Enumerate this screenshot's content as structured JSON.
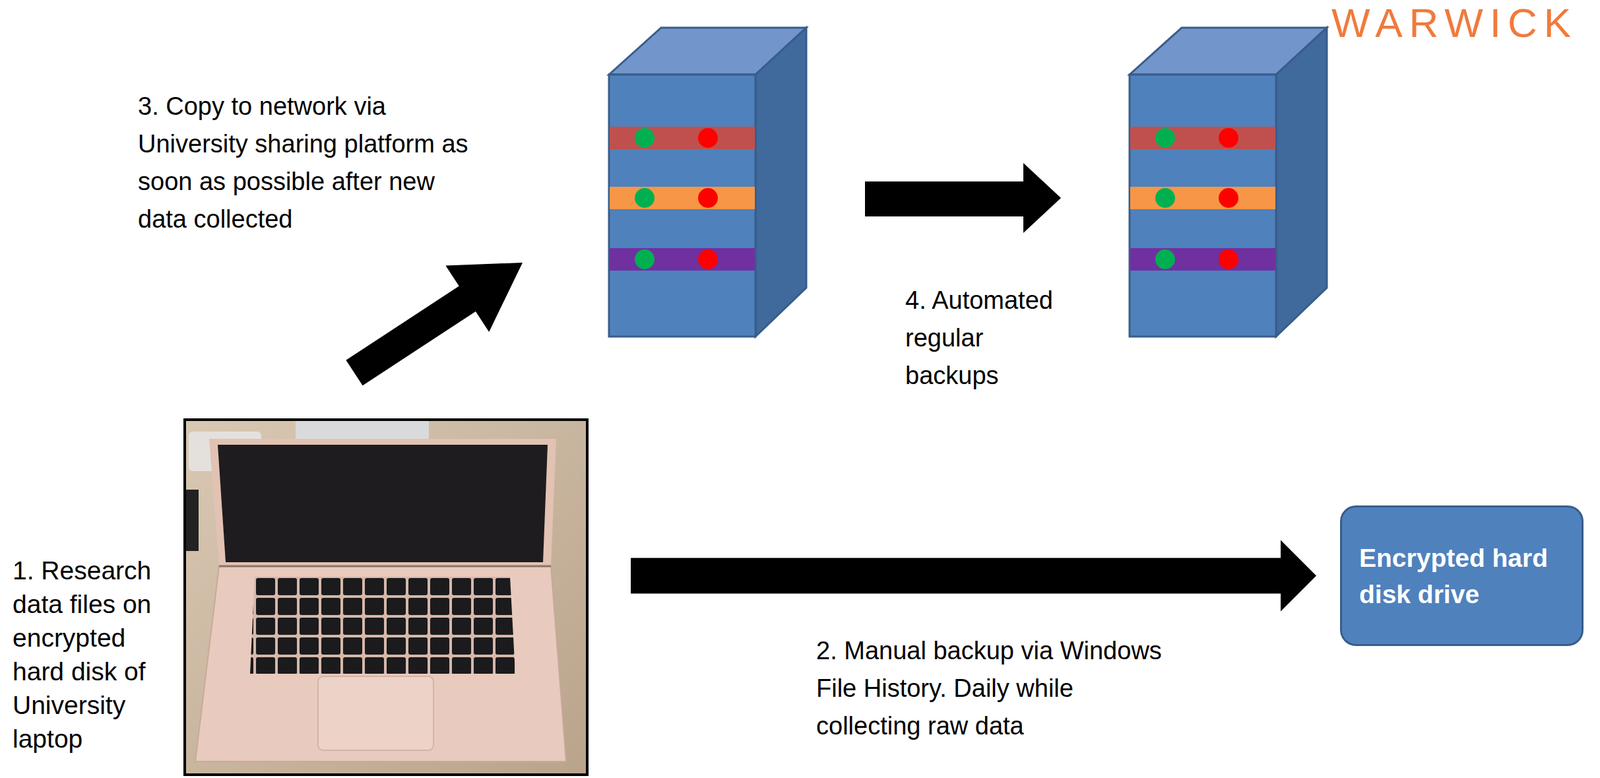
{
  "diagram": {
    "nodes": [
      {
        "text": [
          "1. Research data files on encrypted hard disk of University laptop"
        ]
      },
      {
        "text": [
          "Encrypted hard disk drive"
        ]
      }
    ],
    "edges": [
      {
        "from": 0,
        "to": 1,
        "arrow": "to",
        "label": "2. Manual backup via Windows File History. Daily while collecting raw data"
      }
    ],
    "labels": [
      "WARWICK",
      "3. Copy to network via University sharing platform as soon as possible after new data collected",
      "4. Automated regular backups"
    ]
  }
}
